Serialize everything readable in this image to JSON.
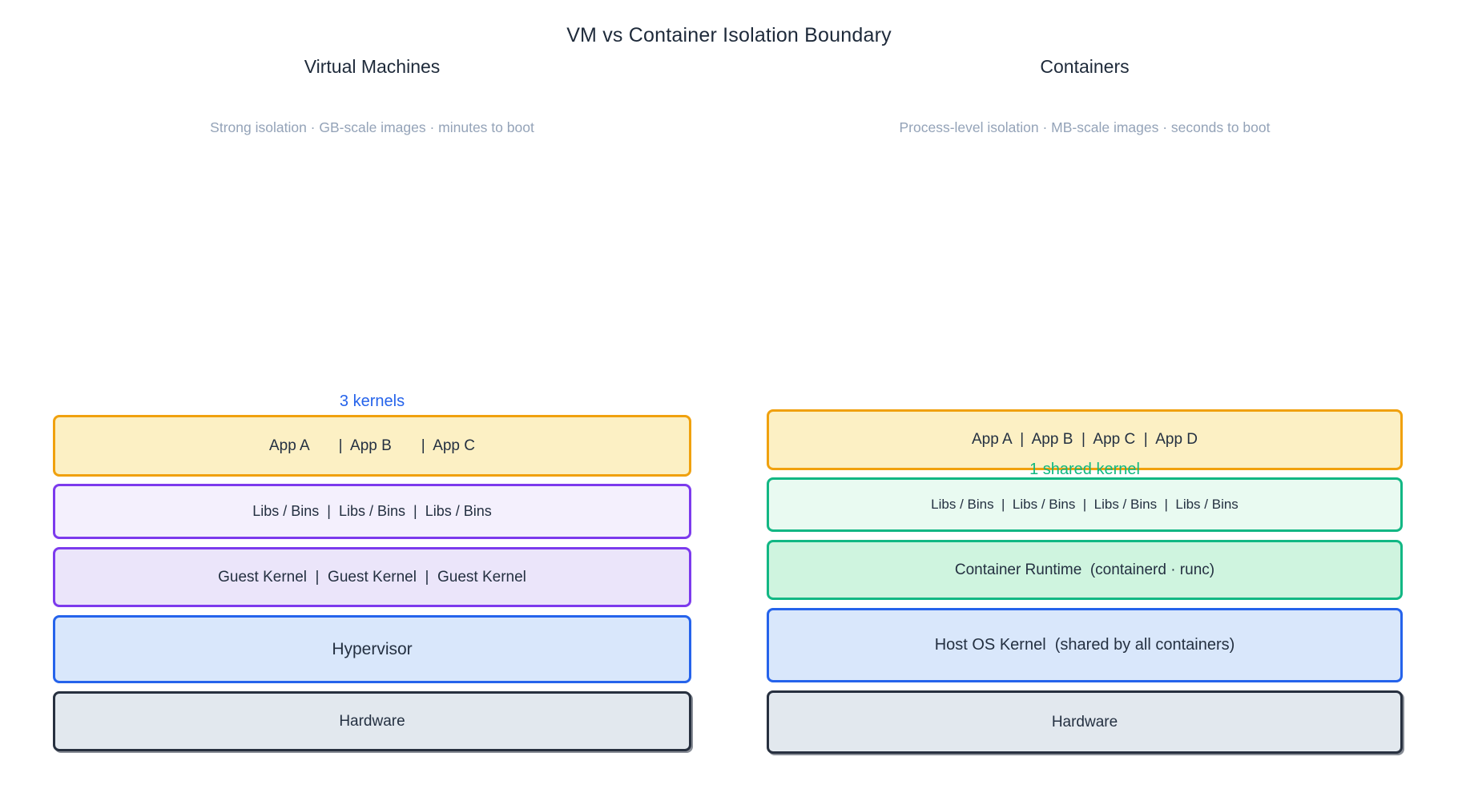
{
  "title": "VM vs Container Isolation Boundary",
  "palette": {
    "title_color": "#1e2a3a",
    "subtitle_color": "#94a3b8",
    "box_text_color": "#243041",
    "app_fill": "#fcf0c4",
    "app_border": "#f0a10e",
    "purple_fill_light": "#f4f0fd",
    "purple_fill": "#ebe5fa",
    "purple_border": "#7c3aed",
    "blue_fill": "#d9e7fb",
    "blue_border": "#2563eb",
    "hardware_fill": "#e2e8ee",
    "hardware_border": "#27303f",
    "green_fill_light": "#e9faf1",
    "green_fill": "#cff4df",
    "green_border": "#12b784",
    "vm_annotation_color": "#2563eb",
    "ct_annotation_color": "#10b981"
  },
  "vm": {
    "header": "Virtual Machines",
    "subtitle": "Strong isolation · GB-scale images · minutes to boot",
    "annotation": "3 kernels",
    "layers": {
      "apps": "App A       |  App B       |  App C",
      "libs": "Libs / Bins  |  Libs / Bins  |  Libs / Bins",
      "guest_kernels": "Guest Kernel  |  Guest Kernel  |  Guest Kernel",
      "hypervisor": "Hypervisor",
      "hardware": "Hardware"
    }
  },
  "containers": {
    "header": "Containers",
    "subtitle": "Process-level isolation · MB-scale images · seconds to boot",
    "annotation": "1 shared kernel",
    "layers": {
      "apps": "App A  |  App B  |  App C  |  App D",
      "libs": "Libs / Bins  |  Libs / Bins  |  Libs / Bins  |  Libs / Bins",
      "runtime": "Container Runtime  (containerd · runc)",
      "host_kernel": "Host OS Kernel  (shared by all containers)",
      "hardware": "Hardware"
    }
  }
}
